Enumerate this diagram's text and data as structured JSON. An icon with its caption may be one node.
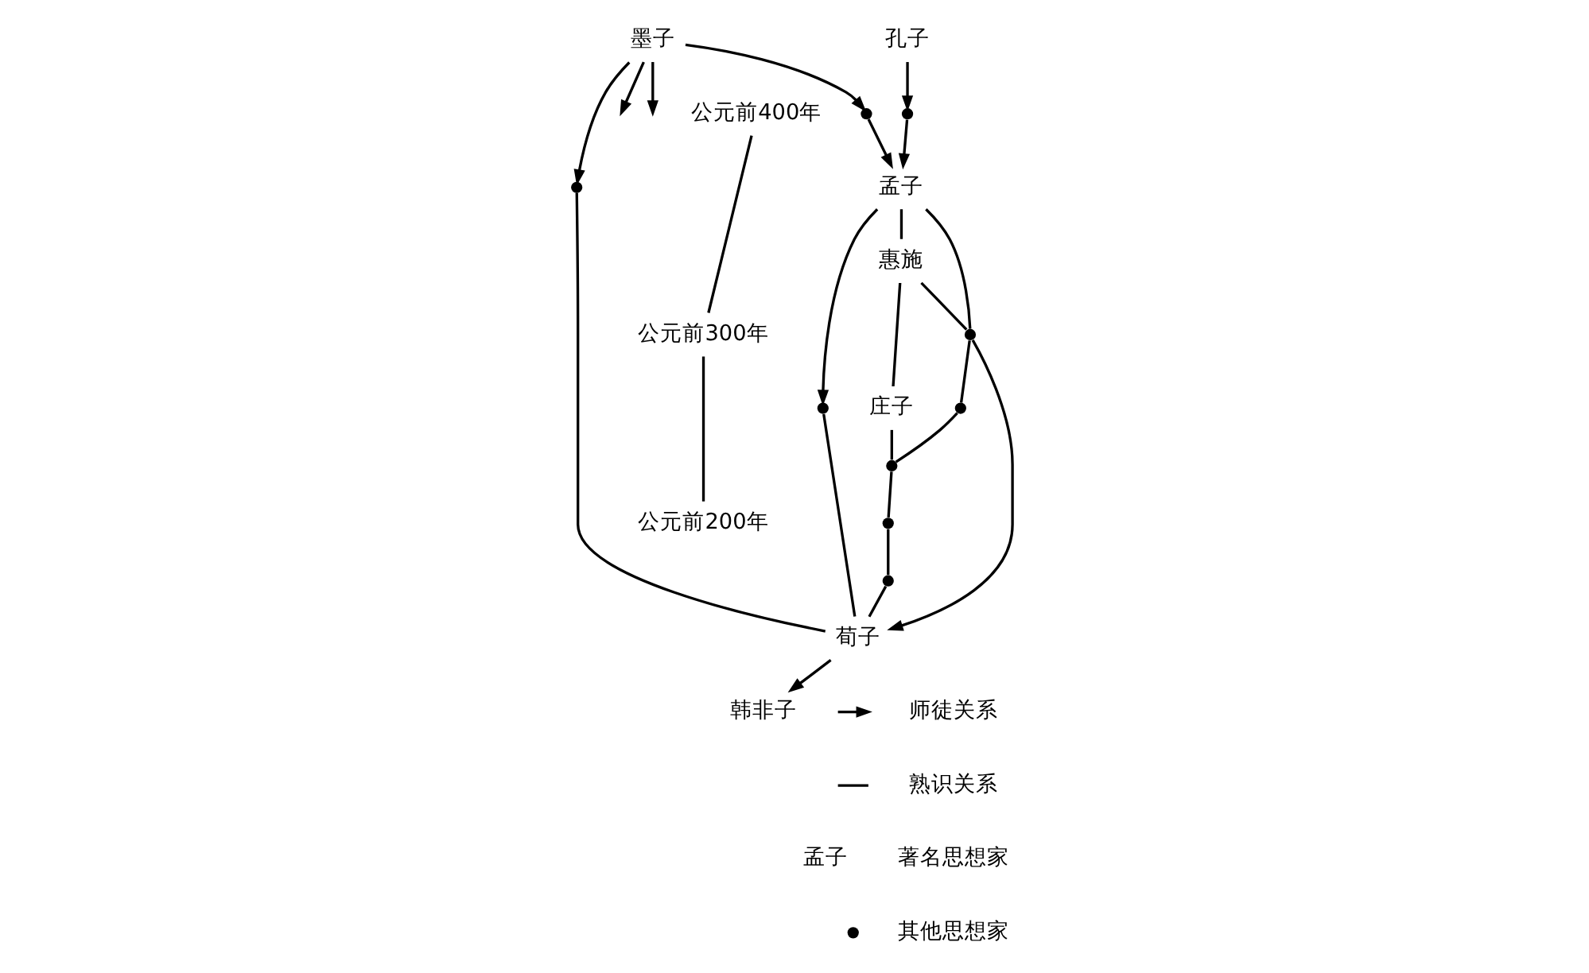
{
  "diagram": {
    "nodes": [
      {
        "text": [
          "墨子"
        ]
      },
      {
        "text": [
          "孔子"
        ]
      },
      {
        "text": [
          "孟子"
        ]
      },
      {
        "text": [
          "惠施"
        ]
      },
      {
        "text": [
          "庄子"
        ]
      },
      {
        "text": [
          "荀子"
        ]
      },
      {
        "text": [
          "韩非子"
        ]
      },
      {
        "text": [],
        "shape": "circle"
      },
      {
        "text": [],
        "shape": "circle"
      },
      {
        "text": [],
        "shape": "circle"
      },
      {
        "text": [],
        "shape": "circle"
      },
      {
        "text": [],
        "shape": "circle"
      },
      {
        "text": [],
        "shape": "circle"
      },
      {
        "text": [],
        "shape": "circle"
      },
      {
        "text": [],
        "shape": "circle"
      },
      {
        "text": [],
        "shape": "circle"
      }
    ],
    "edges": [
      {
        "from": 0,
        "to": null,
        "arrow": "to"
      },
      {
        "from": 0,
        "to": null,
        "arrow": "to"
      },
      {
        "from": 0,
        "to": 9,
        "arrow": "to"
      },
      {
        "from": 0,
        "to": 8,
        "arrow": "to"
      },
      {
        "from": 8,
        "to": 2,
        "arrow": "to"
      },
      {
        "from": 1,
        "to": 7,
        "arrow": "to"
      },
      {
        "from": 7,
        "to": 2,
        "arrow": "to"
      },
      {
        "from": 9,
        "to": 5,
        "arrow": "none"
      },
      {
        "from": 2,
        "to": 3,
        "arrow": "none"
      },
      {
        "from": 2,
        "to": 10,
        "arrow": "to"
      },
      {
        "from": 10,
        "to": 5,
        "arrow": "none"
      },
      {
        "from": 2,
        "to": 12,
        "arrow": "none"
      },
      {
        "from": 3,
        "to": 12,
        "arrow": "none"
      },
      {
        "from": 12,
        "to": 5,
        "arrow": "to"
      },
      {
        "from": 12,
        "to": 11,
        "arrow": "none"
      },
      {
        "from": 11,
        "to": 13,
        "arrow": "none"
      },
      {
        "from": 3,
        "to": 4,
        "arrow": "none"
      },
      {
        "from": 4,
        "to": 13,
        "arrow": "none"
      },
      {
        "from": 13,
        "to": 14,
        "arrow": "none"
      },
      {
        "from": 14,
        "to": 15,
        "arrow": "none"
      },
      {
        "from": 15,
        "to": 5,
        "arrow": "none"
      },
      {
        "from": 5,
        "to": 6,
        "arrow": "to"
      }
    ],
    "labels": [
      "公元前400年",
      "公元前300年",
      "公元前200年",
      "孟子"
    ],
    "legend": [
      {
        "text": "师徒关系"
      },
      {
        "text": "熟识关系"
      },
      {
        "text": "著名思想家"
      },
      {
        "text": "其他思想家"
      }
    ]
  }
}
